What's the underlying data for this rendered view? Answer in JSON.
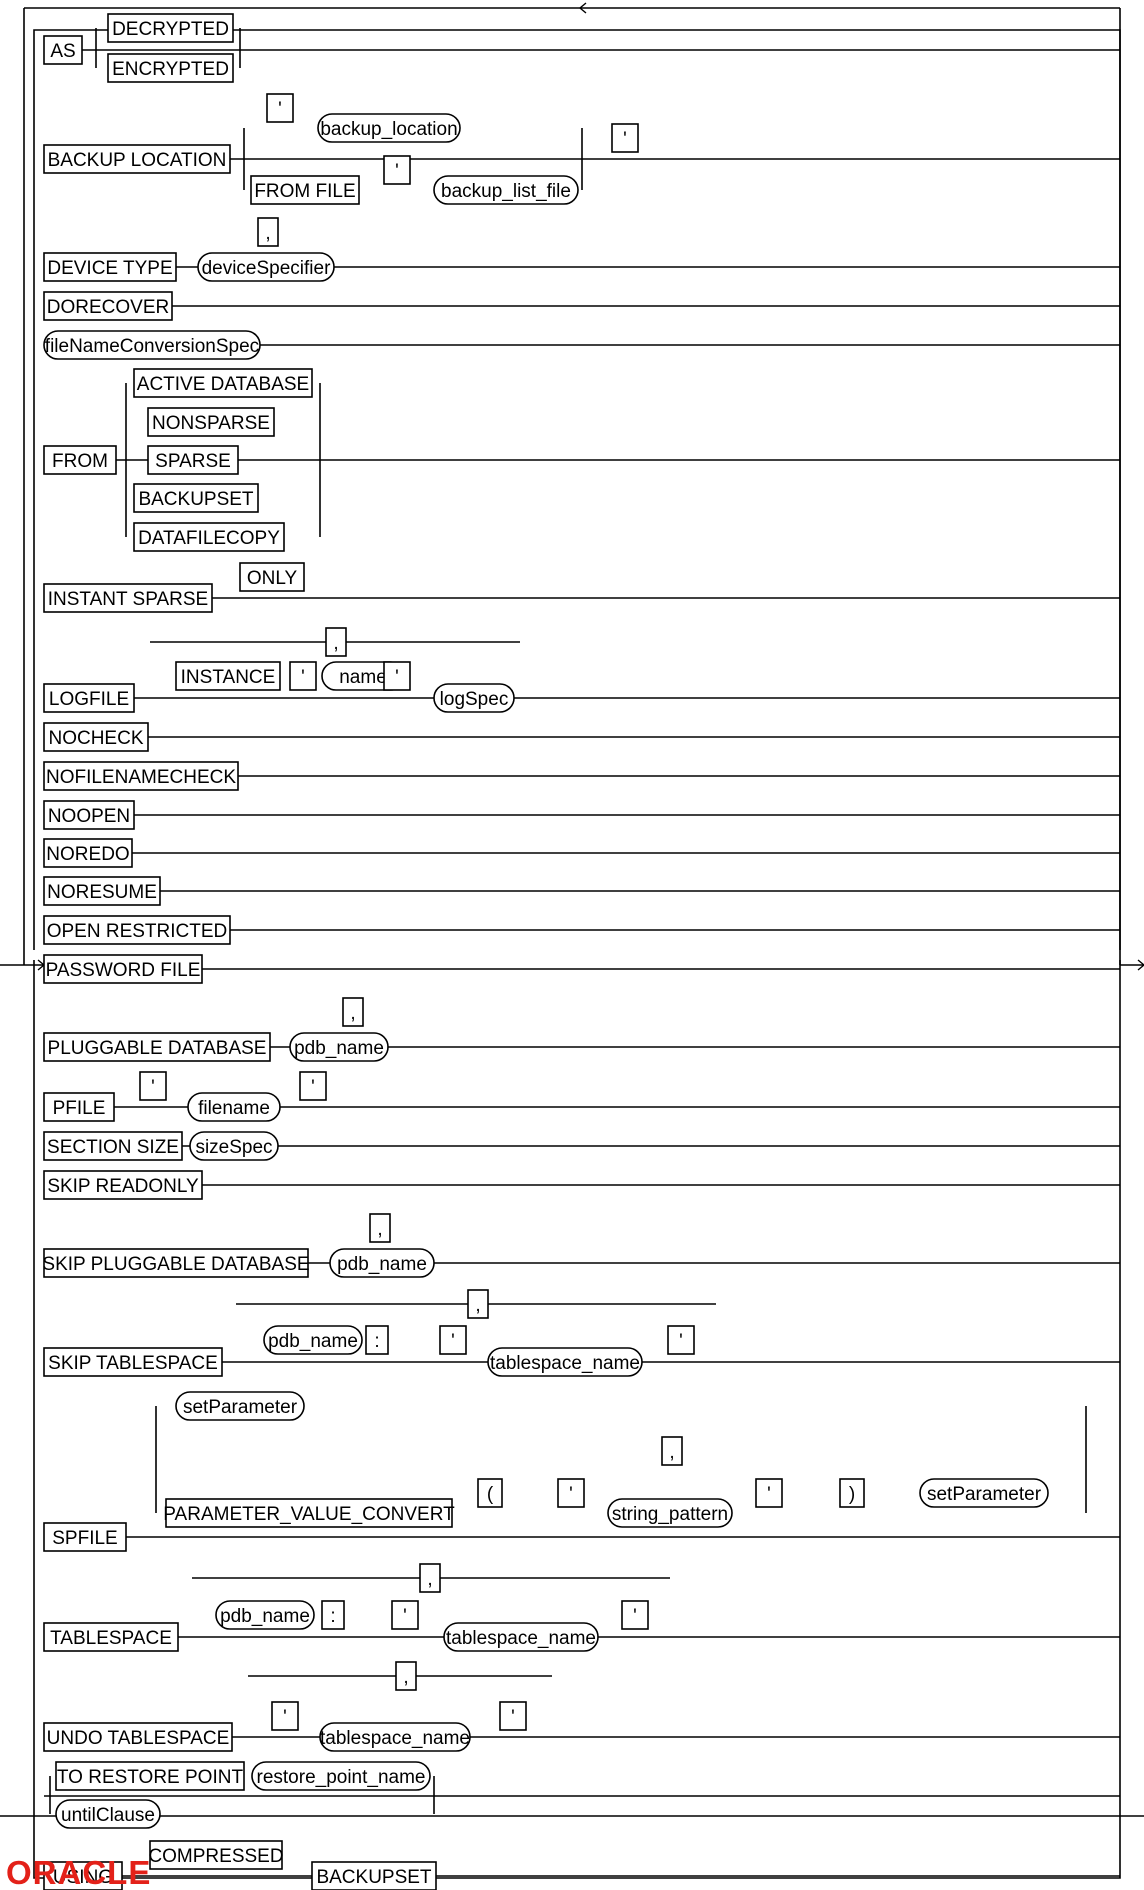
{
  "tokens": {
    "as": "AS",
    "decrypted": "DECRYPTED",
    "encrypted": "ENCRYPTED",
    "backup_location": "BACKUP LOCATION",
    "quote": "'",
    "backup_location_id": "backup_location",
    "from_file": "FROM FILE",
    "backup_list_file": "backup_list_file",
    "device_type": "DEVICE TYPE",
    "comma": ",",
    "device_specifier": "deviceSpecifier",
    "dorecover": "DORECOVER",
    "file_name_conversion_spec": "fileNameConversionSpec",
    "from": "FROM",
    "active_database": "ACTIVE DATABASE",
    "nonsparse": "NONSPARSE",
    "sparse": "SPARSE",
    "backupset": "BACKUPSET",
    "datafilecopy": "DATAFILECOPY",
    "instant_sparse": "INSTANT SPARSE",
    "only": "ONLY",
    "logfile": "LOGFILE",
    "instance": "INSTANCE",
    "name": "name",
    "log_spec": "logSpec",
    "nocheck": "NOCHECK",
    "nofilenamecheck": "NOFILENAMECHECK",
    "noopen": "NOOPEN",
    "noredo": "NOREDO",
    "noresume": "NORESUME",
    "open_restricted": "OPEN RESTRICTED",
    "password_file": "PASSWORD FILE",
    "pluggable_database": "PLUGGABLE DATABASE",
    "pdb_name": "pdb_name",
    "pfile": "PFILE",
    "filename": "filename",
    "section_size": "SECTION SIZE",
    "size_spec": "sizeSpec",
    "skip_readonly": "SKIP READONLY",
    "skip_pluggable_database": "SKIP PLUGGABLE DATABASE",
    "skip_tablespace": "SKIP TABLESPACE",
    "colon": ":",
    "tablespace_name": "tablespace_name",
    "set_parameter": "setParameter",
    "parameter_value_convert": "PARAMETER_VALUE_CONVERT",
    "lparen": "(",
    "rparen": ")",
    "string_pattern": "string_pattern",
    "spfile": "SPFILE",
    "tablespace": "TABLESPACE",
    "undo_tablespace": "UNDO TABLESPACE",
    "to_restore_point": "TO RESTORE POINT",
    "restore_point_name": "restore_point_name",
    "until_clause": "untilClause",
    "using": "USING",
    "compressed": "COMPRESSED",
    "backupset_final": "BACKUPSET"
  },
  "logo": "ORACLE"
}
